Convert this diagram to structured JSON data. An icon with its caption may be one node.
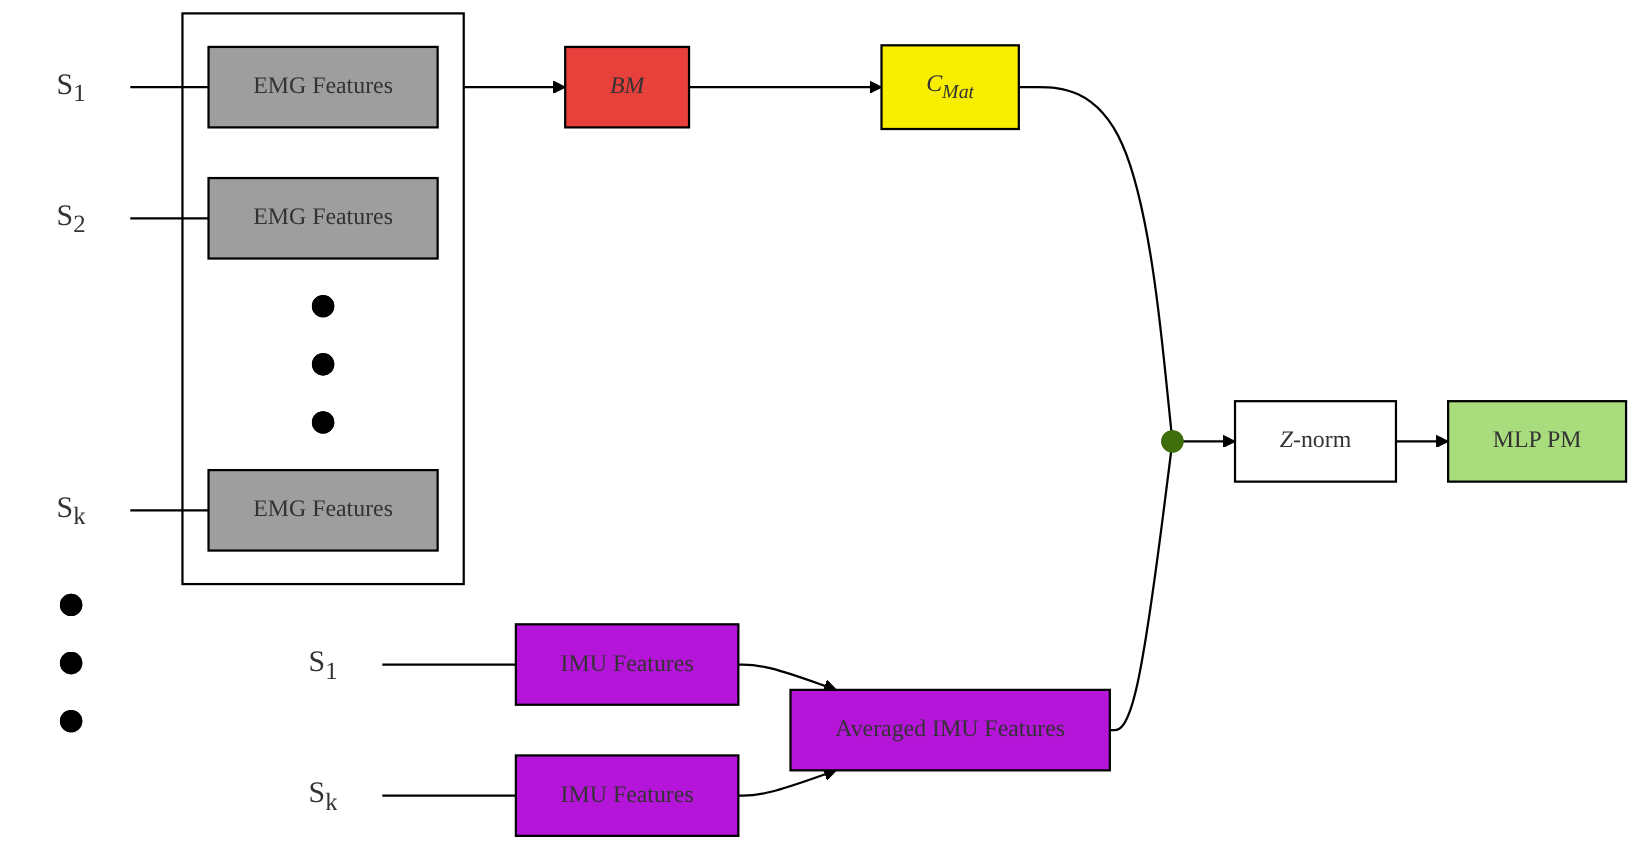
{
  "diagram": {
    "nodes": [
      {
        "text": [
          "S$_{1}$"
        ]
      },
      {
        "text": [],
        "shape": "box"
      },
      {
        "text": [
          "EMG Features"
        ],
        "in": 1
      },
      {
        "text": [
          "S$_{2}$"
        ]
      },
      {
        "text": [
          "EMG Features"
        ],
        "in": 1
      },
      {
        "text": [],
        "shape": "circle",
        "in": 1
      },
      {
        "text": [],
        "shape": "circle",
        "in": 1
      },
      {
        "text": [],
        "shape": "circle",
        "in": 1
      },
      {
        "text": [
          "S$_{k}$"
        ]
      },
      {
        "text": [
          "EMG Features"
        ],
        "in": 1
      },
      {
        "text": [
          "BM"
        ]
      },
      {
        "text": [
          "C$_{Mat}$"
        ]
      },
      {
        "text": [],
        "shape": "circle"
      },
      {
        "text": [
          "*Z*-norm"
        ]
      },
      {
        "text": [
          "MLP PM"
        ]
      },
      {
        "text": [
          "S$_{1}$"
        ]
      },
      {
        "text": [
          "IMU Features"
        ]
      },
      {
        "text": [],
        "shape": "circle"
      },
      {
        "text": [],
        "shape": "circle"
      },
      {
        "text": [],
        "shape": "circle"
      },
      {
        "text": [
          "Averaged IMU Features"
        ]
      },
      {
        "text": [
          "S$_{k}$"
        ]
      },
      {
        "text": [
          "IMU Features"
        ]
      }
    ],
    "edges": [
      {
        "from": 0,
        "to": 2,
        "arrow": "none"
      },
      {
        "from": 3,
        "to": 4,
        "arrow": "none"
      },
      {
        "from": 8,
        "to": 9,
        "arrow": "none"
      },
      {
        "from": 1,
        "to": 10,
        "arrow": "to"
      },
      {
        "from": 10,
        "to": 11,
        "arrow": "to"
      },
      {
        "from": 11,
        "to": 12,
        "arrow": "none"
      },
      {
        "from": 12,
        "to": 13,
        "arrow": "to"
      },
      {
        "from": 13,
        "to": 14,
        "arrow": "to"
      },
      {
        "from": 15,
        "to": 16,
        "arrow": "none"
      },
      {
        "from": 21,
        "to": 22,
        "arrow": "none"
      },
      {
        "from": 16,
        "to": 20,
        "arrow": "to"
      },
      {
        "from": 22,
        "to": 20,
        "arrow": "to"
      },
      {
        "from": 20,
        "to": 12,
        "arrow": "none"
      }
    ]
  }
}
